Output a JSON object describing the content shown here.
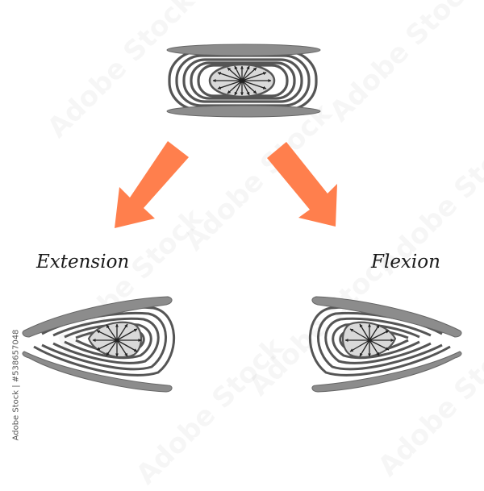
{
  "diagram": {
    "subject": "Intervertebral disc under spinal movement",
    "nodes": [
      {
        "id": "neutral-disc",
        "label": "",
        "position": "top-center"
      },
      {
        "id": "extension-disc",
        "label": "Extension",
        "position": "bottom-left"
      },
      {
        "id": "flexion-disc",
        "label": "Flexion",
        "position": "bottom-right"
      }
    ],
    "edges": [
      {
        "from": "neutral-disc",
        "to": "extension-disc",
        "style": "thick orange arrow"
      },
      {
        "from": "neutral-disc",
        "to": "flexion-disc",
        "style": "thick orange arrow"
      }
    ]
  },
  "labels": {
    "extension": "Extension",
    "flexion": "Flexion"
  },
  "watermark": {
    "text": "Adobe Stock",
    "stock_id": "Adobe Stock | #538657048"
  },
  "colors": {
    "arrow": "#FF7F4D",
    "endplate": "#8C8C8C",
    "annulus_ring": "#555555",
    "nucleus": "#D9D9D9",
    "pressure_arrow": "#222222"
  }
}
